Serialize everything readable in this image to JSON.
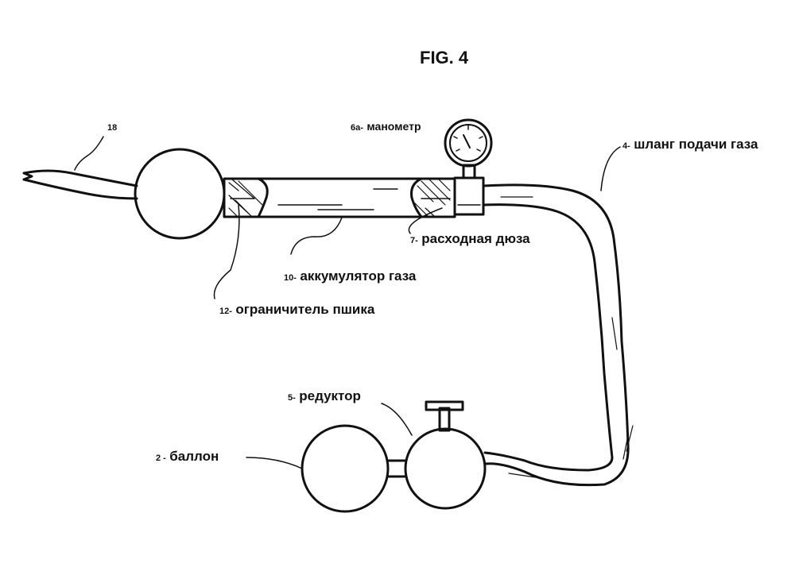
{
  "figure": {
    "title": "FIG. 4"
  },
  "labels": {
    "tip": {
      "num": "18",
      "text": ""
    },
    "gauge": {
      "num": "6a-",
      "text": "манометр"
    },
    "hose": {
      "num": "4-",
      "text": "шланг подачи газа"
    },
    "nozzle": {
      "num": "7-",
      "text": "расходная дюза"
    },
    "accumulator": {
      "num": "10-",
      "text": "аккумулятор газа"
    },
    "limiter": {
      "num": "12-",
      "text": "ограничитель пшика"
    },
    "reducer": {
      "num": "5-",
      "text": "редуктор"
    },
    "cylinder": {
      "num": "2 -",
      "text": "баллон"
    }
  }
}
